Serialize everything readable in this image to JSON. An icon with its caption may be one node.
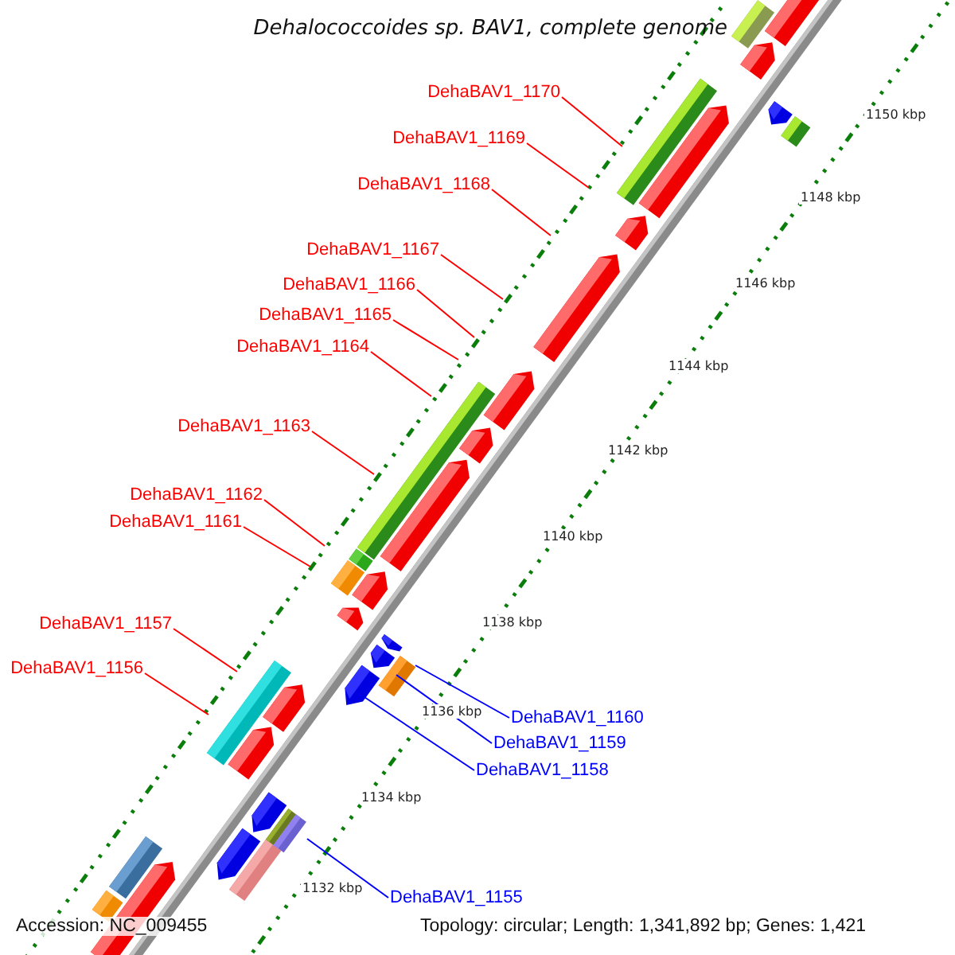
{
  "diagram": {
    "title": "Dehalococcoides sp. BAV1, complete genome",
    "nodes": [
      {
        "text": [
          "DehaBAV1_1170"
        ]
      },
      {
        "text": [
          "DehaBAV1_1169"
        ]
      },
      {
        "text": [
          "DehaBAV1_1168"
        ]
      },
      {
        "text": [
          "DehaBAV1_1167"
        ]
      },
      {
        "text": [
          "DehaBAV1_1166"
        ]
      },
      {
        "text": [
          "DehaBAV1_1165"
        ]
      },
      {
        "text": [
          "DehaBAV1_1164"
        ]
      },
      {
        "text": [
          "DehaBAV1_1163"
        ]
      },
      {
        "text": [
          "DehaBAV1_1162"
        ]
      },
      {
        "text": [
          "DehaBAV1_1161"
        ]
      },
      {
        "text": [
          "DehaBAV1_1157"
        ]
      },
      {
        "text": [
          "DehaBAV1_1156"
        ]
      },
      {
        "text": [
          "DehaBAV1_1160"
        ]
      },
      {
        "text": [
          "DehaBAV1_1159"
        ]
      },
      {
        "text": [
          "DehaBAV1_1158"
        ]
      },
      {
        "text": [
          "DehaBAV1_1155"
        ]
      }
    ],
    "edges": [
      {
        "from": 0,
        "to": null,
        "arrow": "none"
      },
      {
        "from": 1,
        "to": null,
        "arrow": "none"
      },
      {
        "from": 2,
        "to": null,
        "arrow": "none"
      },
      {
        "from": 3,
        "to": null,
        "arrow": "none"
      },
      {
        "from": 4,
        "to": null,
        "arrow": "none"
      },
      {
        "from": 5,
        "to": null,
        "arrow": "none"
      },
      {
        "from": 6,
        "to": null,
        "arrow": "none"
      },
      {
        "from": 7,
        "to": null,
        "arrow": "none"
      },
      {
        "from": 8,
        "to": null,
        "arrow": "none"
      },
      {
        "from": 9,
        "to": null,
        "arrow": "none"
      },
      {
        "from": 10,
        "to": null,
        "arrow": "none"
      },
      {
        "from": 11,
        "to": null,
        "arrow": "none"
      },
      {
        "from": 12,
        "to": null,
        "arrow": "none",
        "color": "#0000ff"
      },
      {
        "from": 13,
        "to": null,
        "arrow": "none",
        "color": "#0000ff"
      },
      {
        "from": 14,
        "to": null,
        "arrow": "none",
        "color": "#0000ff"
      },
      {
        "from": 15,
        "to": null,
        "arrow": "none",
        "color": "#0000ff"
      }
    ],
    "labels": [
      "1150 kbp",
      "1148 kbp",
      "1146 kbp",
      "1144 kbp",
      "1142 kbp",
      "1140 kbp",
      "1138 kbp",
      "1136 kbp",
      "1134 kbp",
      "1132 kbp",
      "Accession: NC_009455",
      "Topology: circular; Length: 1,341,892 bp; Genes: 1,421"
    ]
  }
}
